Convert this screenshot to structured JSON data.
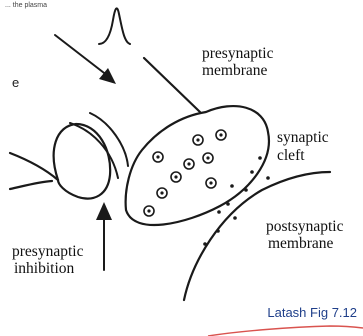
{
  "top_fragment": "... the plasma",
  "side_fragment": "e",
  "labels": {
    "presynaptic_membrane": [
      "presynaptic",
      "membrane"
    ],
    "synaptic_cleft": [
      "synaptic",
      "cleft"
    ],
    "postsynaptic_membrane": [
      "postsynaptic",
      "membrane"
    ],
    "presynaptic_inhibition": [
      "presynaptic",
      "inhibition"
    ]
  },
  "caption": "Latash Fig 7.12",
  "colors": {
    "ink": "#1a1a1a",
    "caption": "#1f3f8a",
    "accent_line": "#d9534f"
  }
}
